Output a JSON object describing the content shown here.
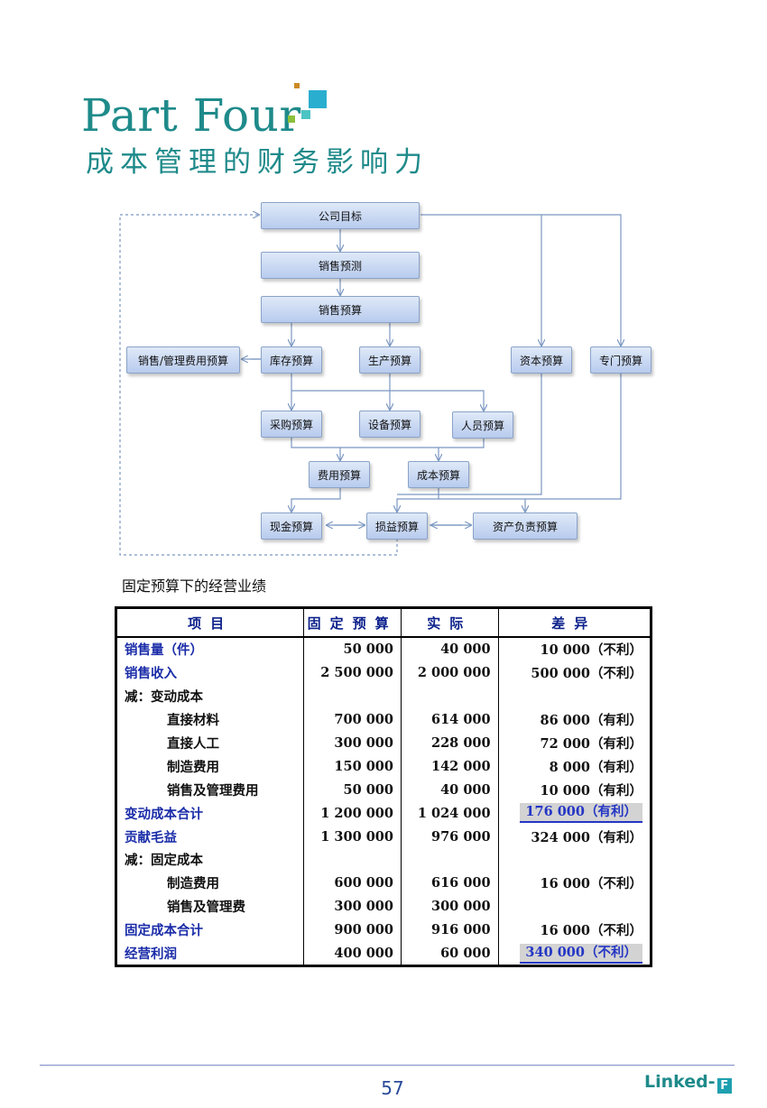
{
  "header": {
    "part_title": "Part Four",
    "subtitle": "成本管理的财务影响力",
    "accent_colors": [
      "#cc8a22",
      "#8dbf3a",
      "#2aaecf",
      "#4cc4c4"
    ]
  },
  "flowchart": {
    "nodes": {
      "company_goal": "公司目标",
      "sales_forecast": "销售预测",
      "sales_budget": "销售预算",
      "sga_budget": "销售/管理费用预算",
      "inventory_budget": "库存预算",
      "production_budget": "生产预算",
      "capital_budget": "资本预算",
      "special_budget": "专门预算",
      "purchase_budget": "采购预算",
      "equipment_budget": "设备预算",
      "personnel_budget": "人员预算",
      "expense_budget": "费用预算",
      "cost_budget": "成本预算",
      "cash_budget": "现金预算",
      "pl_budget": "损益预算",
      "balance_sheet_budget": "资产负责预算"
    }
  },
  "table_section": {
    "title": "固定预算下的经营业绩",
    "headers": [
      "项目",
      "固定预算",
      "实际",
      "差异"
    ],
    "rows": [
      {
        "item": "销售量（件）",
        "fixed": "50 000",
        "actual": "40 000",
        "diff": "10 000（不利）"
      },
      {
        "item": "销售收入",
        "fixed": "2 500 000",
        "actual": "2 000 000",
        "diff": "500 000（不利）"
      },
      {
        "item": "减：变动成本",
        "fixed": "",
        "actual": "",
        "diff": ""
      },
      {
        "item": "直接材料",
        "fixed": "700 000",
        "actual": "614 000",
        "diff": "86 000（有利）"
      },
      {
        "item": "直接人工",
        "fixed": "300 000",
        "actual": "228 000",
        "diff": "72 000（有利）"
      },
      {
        "item": "制造费用",
        "fixed": "150 000",
        "actual": "142 000",
        "diff": "8 000（有利）"
      },
      {
        "item": "销售及管理费用",
        "fixed": "50 000",
        "actual": "40 000",
        "diff": "10 000（有利）"
      },
      {
        "item": "变动成本合计",
        "fixed": "1 200 000",
        "actual": "1 024 000",
        "diff": "176 000（有利）"
      },
      {
        "item": "贡献毛益",
        "fixed": "1 300 000",
        "actual": "976 000",
        "diff": "324 000（有利）"
      },
      {
        "item": "减：固定成本",
        "fixed": "",
        "actual": "",
        "diff": ""
      },
      {
        "item": "制造费用",
        "fixed": "600 000",
        "actual": "616 000",
        "diff": "16 000（不利）"
      },
      {
        "item": "销售及管理费",
        "fixed": "300 000",
        "actual": "300 000",
        "diff": ""
      },
      {
        "item": "固定成本合计",
        "fixed": "900 000",
        "actual": "916 000",
        "diff": "16 000（不利）"
      },
      {
        "item": "经营利润",
        "fixed": "400 000",
        "actual": "60 000",
        "diff": "340 000（不利）"
      }
    ]
  },
  "footer": {
    "page_number": "57",
    "brand": "Linked-",
    "brand_mark": "F"
  }
}
